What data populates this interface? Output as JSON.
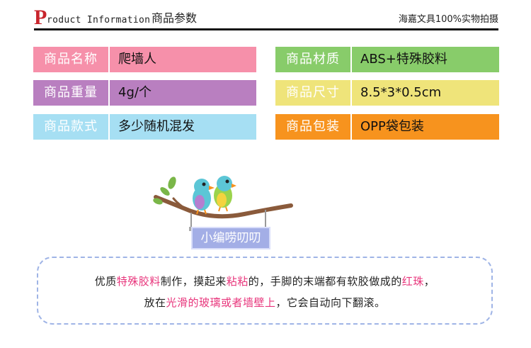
{
  "header": {
    "p_letter": "P",
    "en_rest": "roduct Information",
    "cn_title": "商品参数",
    "shop": "海嘉文具100%实物拍摄"
  },
  "specs": [
    {
      "label": "商品名称",
      "value": "爬墙人",
      "color": "#f690aa"
    },
    {
      "label": "商品重量",
      "value": "4g/个",
      "color": "#b97fc0"
    },
    {
      "label": "商品款式",
      "value": "多少随机混发",
      "color": "#a6dff3"
    },
    {
      "label": "商品材质",
      "value": "ABS+特殊胶料",
      "color": "#88cc6a"
    },
    {
      "label": "商品尺寸",
      "value": "8.5*3*0.5cm",
      "color": "#efe47a"
    },
    {
      "label": "商品包装",
      "value": "OPP袋包装",
      "color": "#f7931e"
    }
  ],
  "illustration": {
    "tag": "小编唠叨叨"
  },
  "description": {
    "line1": [
      {
        "text": "优质",
        "hl": false
      },
      {
        "text": "特殊胶料",
        "hl": true
      },
      {
        "text": "制作，摸起来",
        "hl": false
      },
      {
        "text": "粘粘",
        "hl": true
      },
      {
        "text": "的，手脚的末端都有软胶做成的",
        "hl": false
      },
      {
        "text": "红珠",
        "hl": true
      },
      {
        "text": "，",
        "hl": false
      }
    ],
    "line2": [
      {
        "text": "放在",
        "hl": false
      },
      {
        "text": "光滑的玻璃或者墙壁上",
        "hl": true
      },
      {
        "text": "，它会自动向下翻滚。",
        "hl": false
      }
    ],
    "highlight_color": "#e8367c"
  }
}
